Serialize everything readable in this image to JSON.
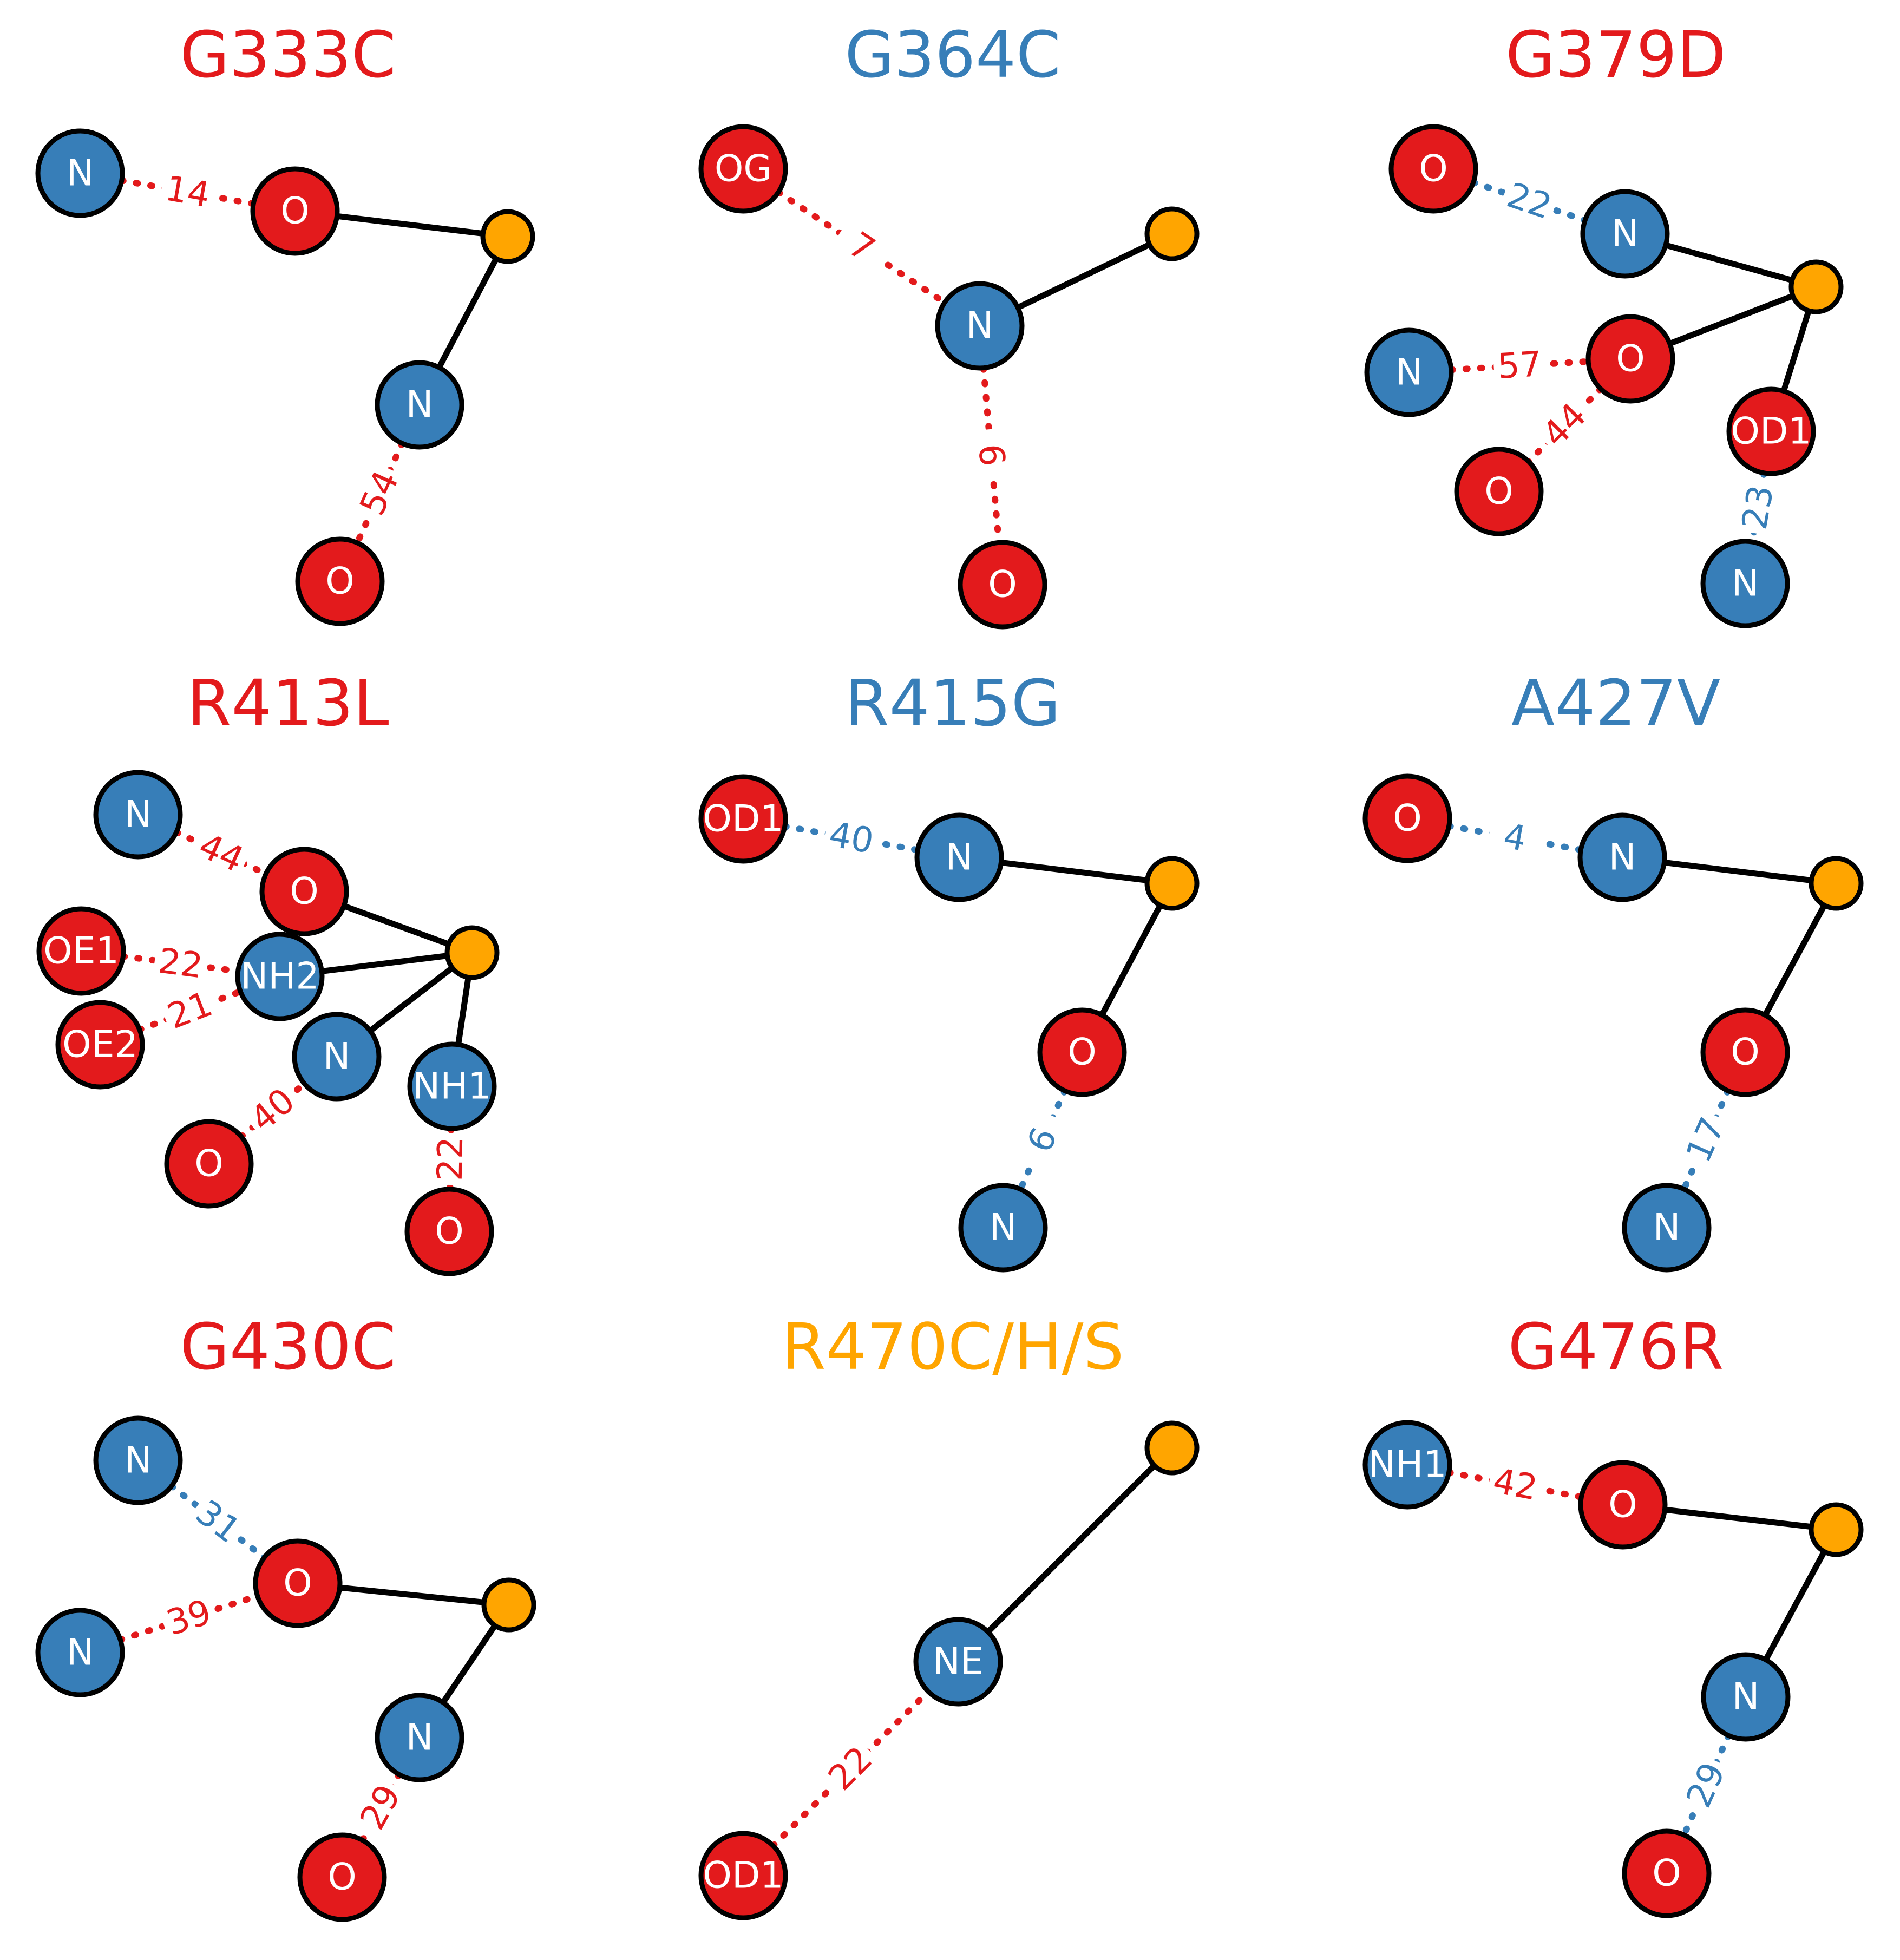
{
  "colors": {
    "red": "#e31a1c",
    "blue": "#377eb8",
    "orange": "#ffa500",
    "black": "#000000",
    "white": "#ffffff"
  },
  "panels": [
    {
      "title": "G333C",
      "title_color": "red",
      "nodes": [
        {
          "label": "N",
          "color": "blue"
        },
        {
          "label": "O",
          "color": "red"
        },
        {
          "label": "",
          "color": "orange"
        },
        {
          "label": "N",
          "color": "blue"
        },
        {
          "label": "O",
          "color": "red"
        }
      ],
      "bonds": [
        [
          1,
          2
        ],
        [
          2,
          3
        ]
      ],
      "hbonds": [
        {
          "from": 0,
          "to": 1,
          "label": "14",
          "color": "red"
        },
        {
          "from": 3,
          "to": 4,
          "label": "54",
          "color": "red"
        }
      ]
    },
    {
      "title": "G364C",
      "title_color": "blue",
      "nodes": [
        {
          "label": "OG",
          "color": "red"
        },
        {
          "label": "",
          "color": "orange"
        },
        {
          "label": "N",
          "color": "blue"
        },
        {
          "label": "O",
          "color": "red"
        }
      ],
      "bonds": [
        [
          2,
          1
        ]
      ],
      "hbonds": [
        {
          "from": 0,
          "to": 2,
          "label": "7",
          "color": "red"
        },
        {
          "from": 2,
          "to": 3,
          "label": "6",
          "color": "red"
        }
      ]
    },
    {
      "title": "G379D",
      "title_color": "red",
      "nodes": [
        {
          "label": "O",
          "color": "red"
        },
        {
          "label": "N",
          "color": "blue"
        },
        {
          "label": "",
          "color": "orange"
        },
        {
          "label": "N",
          "color": "blue"
        },
        {
          "label": "O",
          "color": "red"
        },
        {
          "label": "OD1",
          "color": "red"
        },
        {
          "label": "O",
          "color": "red"
        },
        {
          "label": "N",
          "color": "blue"
        }
      ],
      "bonds": [
        [
          1,
          2
        ],
        [
          4,
          2
        ],
        [
          5,
          2
        ]
      ],
      "hbonds": [
        {
          "from": 0,
          "to": 1,
          "label": "22",
          "color": "blue"
        },
        {
          "from": 3,
          "to": 4,
          "label": "57",
          "color": "red"
        },
        {
          "from": 4,
          "to": 6,
          "label": "44",
          "color": "red"
        },
        {
          "from": 5,
          "to": 7,
          "label": "23",
          "color": "blue"
        }
      ]
    },
    {
      "title": "R413L",
      "title_color": "red",
      "nodes": [
        {
          "label": "N",
          "color": "blue"
        },
        {
          "label": "O",
          "color": "red"
        },
        {
          "label": "OE1",
          "color": "red"
        },
        {
          "label": "NH2",
          "color": "blue"
        },
        {
          "label": "",
          "color": "orange"
        },
        {
          "label": "OE2",
          "color": "red"
        },
        {
          "label": "N",
          "color": "blue"
        },
        {
          "label": "NH1",
          "color": "blue"
        },
        {
          "label": "O",
          "color": "red"
        },
        {
          "label": "O",
          "color": "red"
        }
      ],
      "bonds": [
        [
          1,
          4
        ],
        [
          3,
          4
        ],
        [
          6,
          4
        ],
        [
          7,
          4
        ]
      ],
      "hbonds": [
        {
          "from": 0,
          "to": 1,
          "label": "44",
          "color": "red"
        },
        {
          "from": 2,
          "to": 3,
          "label": "22",
          "color": "red"
        },
        {
          "from": 5,
          "to": 3,
          "label": "21",
          "color": "red"
        },
        {
          "from": 8,
          "to": 6,
          "label": "40",
          "color": "red"
        },
        {
          "from": 7,
          "to": 9,
          "label": "22",
          "color": "red"
        }
      ]
    },
    {
      "title": "R415G",
      "title_color": "blue",
      "nodes": [
        {
          "label": "OD1",
          "color": "red"
        },
        {
          "label": "N",
          "color": "blue"
        },
        {
          "label": "",
          "color": "orange"
        },
        {
          "label": "O",
          "color": "red"
        },
        {
          "label": "N",
          "color": "blue"
        }
      ],
      "bonds": [
        [
          1,
          2
        ],
        [
          2,
          3
        ]
      ],
      "hbonds": [
        {
          "from": 0,
          "to": 1,
          "label": "40",
          "color": "blue"
        },
        {
          "from": 3,
          "to": 4,
          "label": "6",
          "color": "blue"
        }
      ]
    },
    {
      "title": "A427V",
      "title_color": "blue",
      "nodes": [
        {
          "label": "O",
          "color": "red"
        },
        {
          "label": "N",
          "color": "blue"
        },
        {
          "label": "",
          "color": "orange"
        },
        {
          "label": "O",
          "color": "red"
        },
        {
          "label": "N",
          "color": "blue"
        }
      ],
      "bonds": [
        [
          1,
          2
        ],
        [
          2,
          3
        ]
      ],
      "hbonds": [
        {
          "from": 0,
          "to": 1,
          "label": "4",
          "color": "blue"
        },
        {
          "from": 3,
          "to": 4,
          "label": "17",
          "color": "blue"
        }
      ]
    },
    {
      "title": "G430C",
      "title_color": "red",
      "nodes": [
        {
          "label": "N",
          "color": "blue"
        },
        {
          "label": "O",
          "color": "red"
        },
        {
          "label": "",
          "color": "orange"
        },
        {
          "label": "N",
          "color": "blue"
        },
        {
          "label": "N",
          "color": "blue"
        },
        {
          "label": "O",
          "color": "red"
        }
      ],
      "bonds": [
        [
          1,
          2
        ],
        [
          2,
          4
        ]
      ],
      "hbonds": [
        {
          "from": 0,
          "to": 1,
          "label": "31",
          "color": "blue"
        },
        {
          "from": 3,
          "to": 1,
          "label": "39",
          "color": "red"
        },
        {
          "from": 4,
          "to": 5,
          "label": "29",
          "color": "red"
        }
      ]
    },
    {
      "title": "R470C/H/S",
      "title_color": "orange",
      "nodes": [
        {
          "label": "",
          "color": "orange"
        },
        {
          "label": "NE",
          "color": "blue"
        },
        {
          "label": "OD1",
          "color": "red"
        }
      ],
      "bonds": [
        [
          1,
          0
        ]
      ],
      "hbonds": [
        {
          "from": 2,
          "to": 1,
          "label": "22",
          "color": "red"
        }
      ]
    },
    {
      "title": "G476R",
      "title_color": "red",
      "nodes": [
        {
          "label": "NH1",
          "color": "blue"
        },
        {
          "label": "O",
          "color": "red"
        },
        {
          "label": "",
          "color": "orange"
        },
        {
          "label": "N",
          "color": "blue"
        },
        {
          "label": "O",
          "color": "red"
        }
      ],
      "bonds": [
        [
          1,
          2
        ],
        [
          2,
          3
        ]
      ],
      "hbonds": [
        {
          "from": 0,
          "to": 1,
          "label": "42",
          "color": "red"
        },
        {
          "from": 3,
          "to": 4,
          "label": "29",
          "color": "blue"
        }
      ]
    }
  ]
}
